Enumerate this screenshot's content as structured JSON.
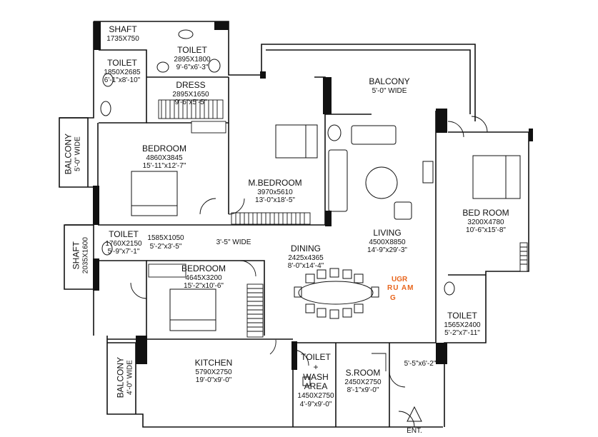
{
  "rooms": {
    "shaft_top": {
      "name": "SHAFT",
      "dim": "1735X750"
    },
    "toilet_top": {
      "name": "TOILET",
      "dim": "2895X1800",
      "dim_ft": "9'-6\"x6'-3\""
    },
    "toilet_left": {
      "name": "TOILET",
      "dim": "1850X2685",
      "dim_ft": "6'-1\"x8'-10\""
    },
    "dress": {
      "name": "DRESS",
      "dim": "2895X1650",
      "dim_ft": "9'-6\"x5'-5\""
    },
    "balcony_top": {
      "name": "BALCONY",
      "dim_ft": "5'-0\" WIDE"
    },
    "balcony_left": {
      "name": "BALCONY",
      "dim_ft": "5'-0\" WIDE"
    },
    "bedroom1": {
      "name": "BEDROOM",
      "dim": "4860X3845",
      "dim_ft": "15'-11\"x12'-7\""
    },
    "mbedroom": {
      "name": "M.BEDROOM",
      "dim": "3970x5610",
      "dim_ft": "13'-0\"x18'-5\""
    },
    "bedroom_right": {
      "name": "BED ROOM",
      "dim": "3200X4780",
      "dim_ft": "10'-6\"x15'-8\""
    },
    "living": {
      "name": "LIVING",
      "dim": "4500X8850",
      "dim_ft": "14'-9\"x29'-3\""
    },
    "dining": {
      "name": "DINING",
      "dim": "2425x4365",
      "dim_ft": "8'-0\"x14'-4\""
    },
    "shaft_mid": {
      "name": "SHAFT",
      "dim": "2035X1600"
    },
    "toilet_mid": {
      "name": "TOILET",
      "dim": "1760X2150",
      "dim_ft": "5'-9\"x7'-1\""
    },
    "store_dim": {
      "dim": "1585X1050",
      "dim_ft": "5'-2\"x3'-5\""
    },
    "passage": {
      "dim_ft": "3'-5\" WIDE"
    },
    "bedroom2": {
      "name": "BEDROOM",
      "dim": "4645X3200",
      "dim_ft": "15'-2\"x10'-6\""
    },
    "toilet_right": {
      "name": "TOILET",
      "dim": "1565X2400",
      "dim_ft": "5'-2\"x7'-11\""
    },
    "kitchen": {
      "name": "KITCHEN",
      "dim": "5790X2750",
      "dim_ft": "19'-0\"x9'-0\""
    },
    "balcony_kitchen": {
      "name": "BALCONY",
      "dim_ft": "4'-0\" WIDE"
    },
    "toilet_wash": {
      "name1": "TOILET",
      "name2": "+",
      "name3": "WASH",
      "name4": "AREA",
      "dim": "1450X2750",
      "dim_ft": "4'-9\"x9'-0\""
    },
    "sroom": {
      "name": "S.ROOM",
      "dim": "2450X2750",
      "dim_ft": "8'-1\"x9'-0\""
    },
    "lobby_dim": {
      "dim_ft": "5'-5\"x6'-2\""
    },
    "entry": {
      "name": "ENT."
    }
  },
  "watermark": {
    "line1": "UGR",
    "line2": "RU AM",
    "line3": "G",
    "color": "#e8651c"
  }
}
